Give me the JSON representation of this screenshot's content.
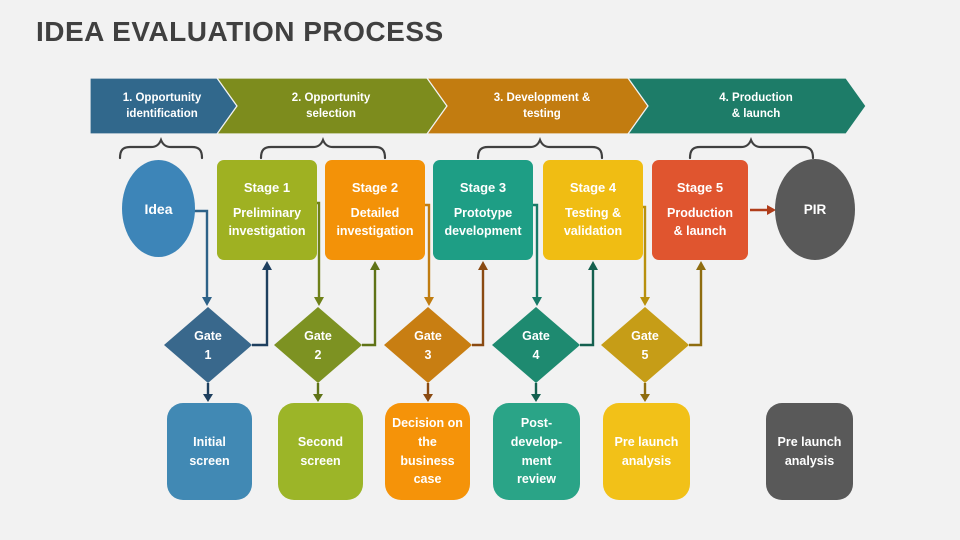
{
  "title": "IDEA EVALUATION PROCESS",
  "palette": {
    "background": "#f2f2f2",
    "title_color": "#404040",
    "brace_color": "#404040"
  },
  "phases": [
    {
      "label": "1. Opportunity\nidentification",
      "color": "#31688c"
    },
    {
      "label": "2. Opportunity\nselection",
      "color": "#7d8c1d"
    },
    {
      "label": "3. Development &\ntesting",
      "color": "#c27c10"
    },
    {
      "label": "4. Production\n& launch",
      "color": "#1d7c68"
    }
  ],
  "idea": {
    "label": "Idea",
    "color": "#3d85b8"
  },
  "pir": {
    "label": "PIR",
    "color": "#595959"
  },
  "stages": [
    {
      "heading": "Stage 1",
      "desc": "Preliminary\ninvestigation",
      "color": "#9fb122"
    },
    {
      "heading": "Stage 2",
      "desc": "Detailed\ninvestigation",
      "color": "#f39208"
    },
    {
      "heading": "Stage 3",
      "desc": "Prototype\ndevelopment",
      "color": "#1e9e85"
    },
    {
      "heading": "Stage 4",
      "desc": "Testing &\nvalidation",
      "color": "#f0bd13"
    },
    {
      "heading": "Stage 5",
      "desc": "Production\n& launch",
      "color": "#e0552f"
    }
  ],
  "gates": [
    {
      "word": "Gate",
      "number": "1",
      "color": "#39688c"
    },
    {
      "word": "Gate",
      "number": "2",
      "color": "#7d9222"
    },
    {
      "word": "Gate",
      "number": "3",
      "color": "#c87e12"
    },
    {
      "word": "Gate",
      "number": "4",
      "color": "#1e8a70"
    },
    {
      "word": "Gate",
      "number": "5",
      "color": "#c69d17"
    }
  ],
  "outcomes": [
    {
      "label": "Initial\nscreen",
      "color": "#4189b4"
    },
    {
      "label": "Second\nscreen",
      "color": "#9cb528"
    },
    {
      "label": "Decision on\nthe\nbusiness\ncase",
      "color": "#f59309"
    },
    {
      "label": "Post-\ndevelop-\nment\nreview",
      "color": "#2aa487"
    },
    {
      "label": "Pre launch\nanalysis",
      "color": "#f2c118"
    },
    {
      "label": "Pre launch\nanalysis",
      "color": "#595959"
    }
  ],
  "connector_colors": {
    "idea_to_gate1": "#2e6288",
    "gate1_to_stage1": "#1e3f5e",
    "stage1_to_gate2": "#6f8119",
    "gate2_to_stage2": "#5f7317",
    "stage2_to_gate3": "#c07c10",
    "gate3_to_stage3": "#8a4a12",
    "stage3_to_gate4": "#187a67",
    "gate4_to_stage4": "#14604f",
    "stage4_to_gate5": "#b8900e",
    "gate5_to_stage5": "#8f6d10",
    "gate1_to_outcome1": "#1e3f5e",
    "gate2_to_outcome2": "#5f7317",
    "gate3_to_outcome3": "#8a4a12",
    "gate4_to_outcome4": "#14604f",
    "gate5_to_outcome5": "#8f6d10",
    "stage5_to_pir": "#b03d1a"
  }
}
